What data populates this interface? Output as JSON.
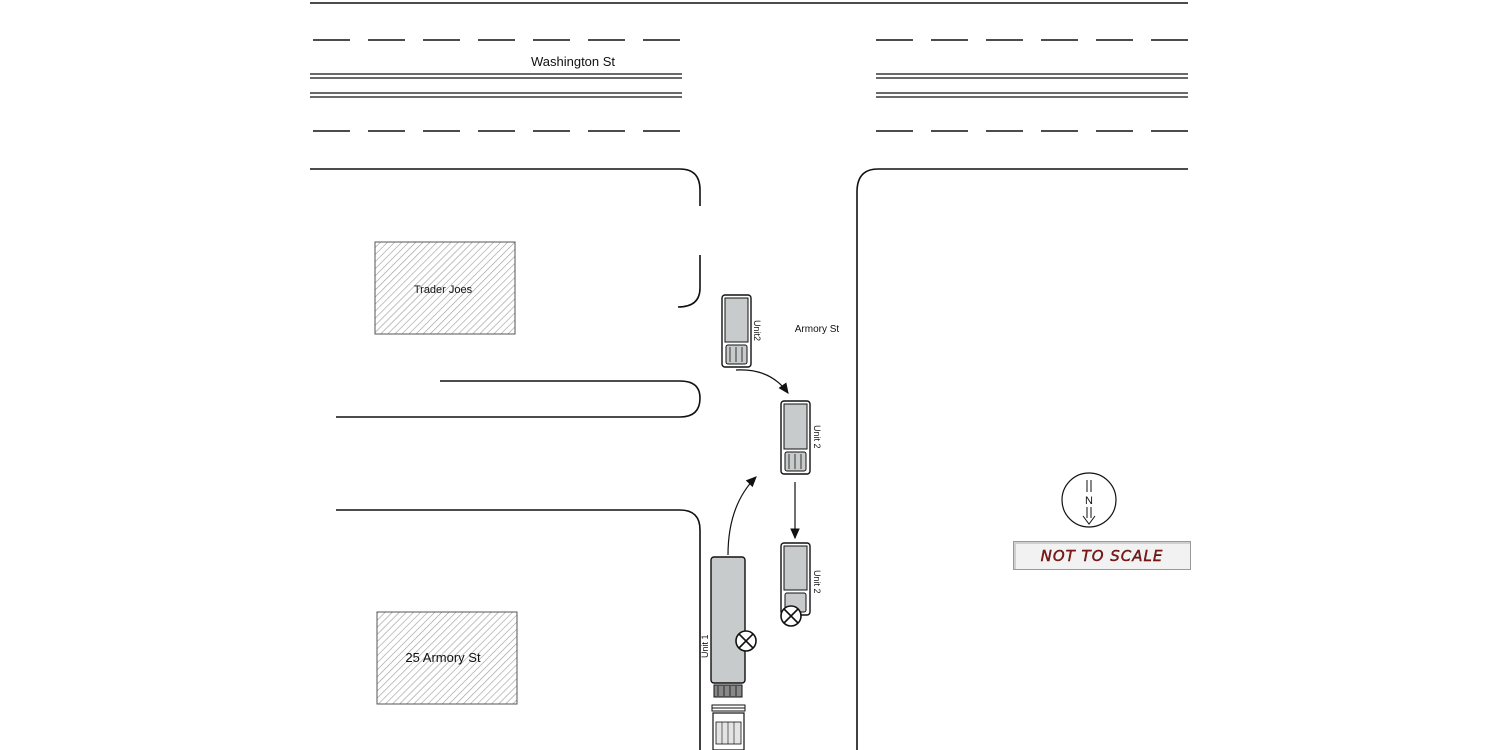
{
  "streets": {
    "washington": "Washington St",
    "armory": "Armory St"
  },
  "buildings": {
    "trader_joes": "Trader Joes",
    "armory_25": "25 Armory St"
  },
  "vehicles": {
    "unit1_label": "Unit 1",
    "unit2_label_a": "Unit2",
    "unit2_label_b": "Unit 2",
    "unit2_label_c": "Unit 2"
  },
  "compass": {
    "letter": "N",
    "icon": "north-arrow-icon"
  },
  "scale_note": "NOT TO SCALE",
  "colors": {
    "vehicle_fill": "#c8cbcb",
    "line": "#111111",
    "scale_text": "#8a1a1a"
  }
}
